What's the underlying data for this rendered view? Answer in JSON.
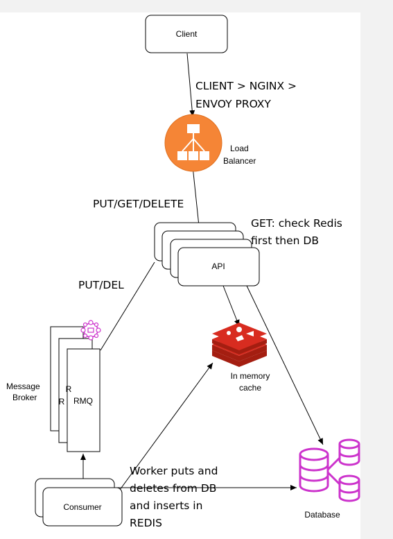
{
  "nodes": {
    "client": "Client",
    "load_balancer": [
      "Load",
      "Balancer"
    ],
    "api": "API",
    "cache": [
      "In memory",
      "cache"
    ],
    "message_broker_label": [
      "Message",
      "Broker"
    ],
    "rmq": "RMQ",
    "rmq_back_1": "R",
    "rmq_back_2": "R",
    "consumer": "Consumer",
    "database": "Database"
  },
  "edges": {
    "client_to_lb": [
      "CLIENT > NGINX >",
      "ENVOY PROXY"
    ],
    "lb_to_api": "PUT/GET/DELETE",
    "api_note": [
      "GET: check Redis",
      "first then DB"
    ],
    "api_to_mq": "PUT/DEL",
    "consumer_note": [
      "Worker puts and",
      "deletes from DB",
      "and inserts in",
      "REDIS"
    ]
  },
  "colors": {
    "load_balancer": "#f58536",
    "redis": "#d82c20",
    "message_broker_icon": "#cc33cc",
    "database": "#cc33cc"
  }
}
